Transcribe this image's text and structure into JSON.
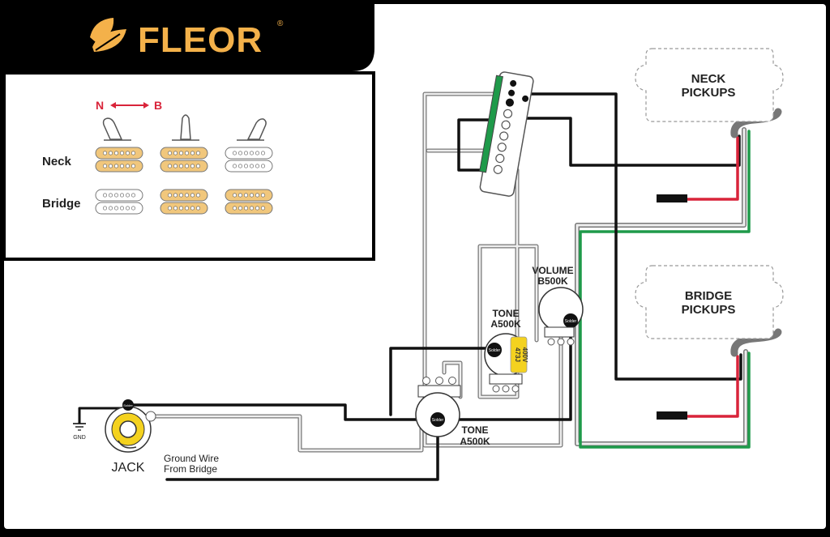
{
  "brand": {
    "name": "FLEOR",
    "registered": "®",
    "color": "#f4b14a"
  },
  "legend": {
    "direction_left": "N",
    "direction_right": "B",
    "row_neck": "Neck",
    "row_bridge": "Bridge",
    "positions": [
      {
        "neck_active": true,
        "bridge_active": false
      },
      {
        "neck_active": true,
        "bridge_active": true
      },
      {
        "neck_active": false,
        "bridge_active": true
      }
    ],
    "active_color": "#f1c77c",
    "accent_color": "#d9243a"
  },
  "pickups": {
    "neck": {
      "line1": "NECK",
      "line2": "PICKUPS"
    },
    "bridge": {
      "line1": "BRIDGE",
      "line2": "PICKUPS"
    }
  },
  "pots": {
    "volume": {
      "line1": "VOLUME",
      "line2": "B500K",
      "solder": "Solder"
    },
    "tone_upper": {
      "line1": "TONE",
      "line2": "A500K",
      "solder": "Solder"
    },
    "tone_lower": {
      "line1": "TONE",
      "line2": "A500K",
      "solder": "Solder"
    }
  },
  "capacitor": {
    "line1": "473J",
    "line2": "400V",
    "color": "#f4d21f"
  },
  "jack": {
    "label": "JACK",
    "gnd": "GND",
    "solder": "Solder"
  },
  "ground_wire": {
    "line1": "Ground Wire",
    "line2": "From Bridge"
  },
  "wire_colors": {
    "black": "#111111",
    "red": "#d9243a",
    "green": "#1f9a4a",
    "bare": "#aaaaaa"
  }
}
